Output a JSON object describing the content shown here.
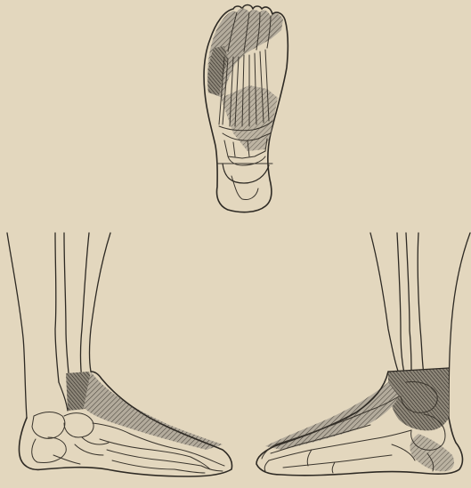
{
  "figure": {
    "background_color": "#e3d7be",
    "ink_color": "#2e2a24",
    "shading_color": "#7f786c",
    "panels": [
      "sole-of-foot-view",
      "medial-view-left-foot",
      "lateral-view-right-foot"
    ]
  }
}
